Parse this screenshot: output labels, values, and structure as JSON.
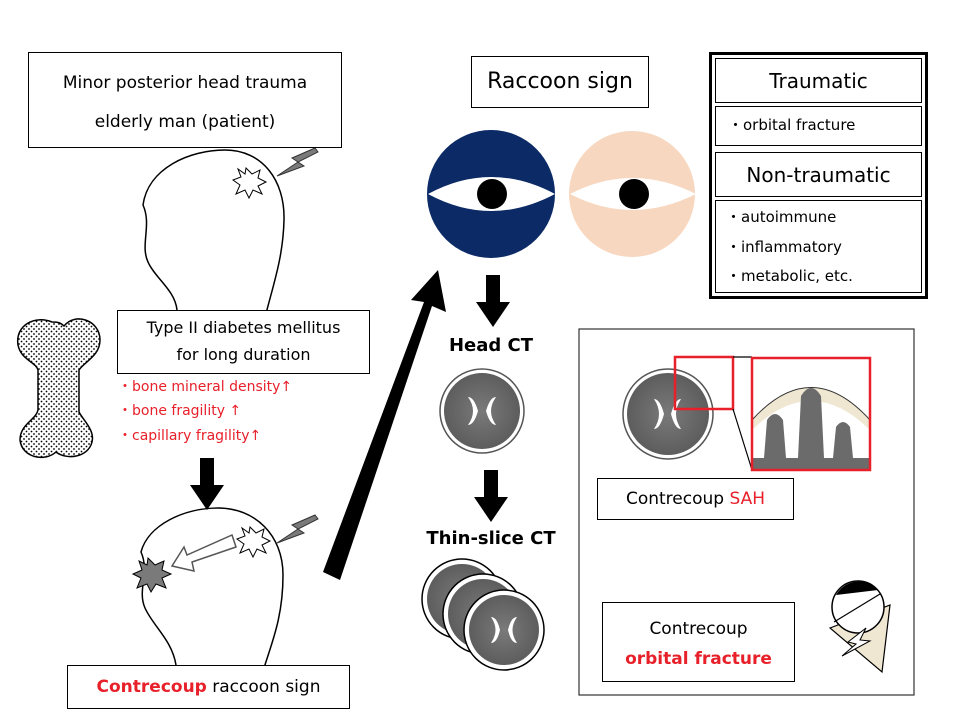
{
  "patient_box": {
    "line1": "Minor posterior head trauma",
    "line2": "elderly man (patient)"
  },
  "raccoon_title": "Raccoon sign",
  "traumatic_panel": {
    "traumatic_title": "Traumatic",
    "traumatic_items": [
      "・orbital fracture"
    ],
    "nontraumatic_title": "Non-traumatic",
    "nontraumatic_items": [
      "・autoimmune",
      "・inflammatory",
      "・metabolic, etc."
    ]
  },
  "diabetes_box": {
    "line1": "Type II diabetes mellitus",
    "line2": "for long duration"
  },
  "risk_items": [
    "・bone mineral density↑",
    "・bone fragility ↑",
    "・capillary fragility↑"
  ],
  "head_ct_label": "Head CT",
  "thin_slice_label": "Thin-slice CT",
  "contrecoup_sah": {
    "prefix": "Contrecoup ",
    "highlight": "SAH"
  },
  "contrecoup_orbital": {
    "line1": "Contrecoup",
    "line2": "orbital fracture"
  },
  "contrecoup_raccoon": {
    "highlight": "Contrecoup",
    "suffix": " raccoon sign"
  },
  "colors": {
    "highlight_red": "#e8202a",
    "dark_navy": "#0b2a66",
    "skin": "#f7d7bf",
    "ct_gray": "#6b6b6b",
    "bone_tan": "#efe7d2",
    "white": "#ffffff",
    "black": "#000000"
  }
}
